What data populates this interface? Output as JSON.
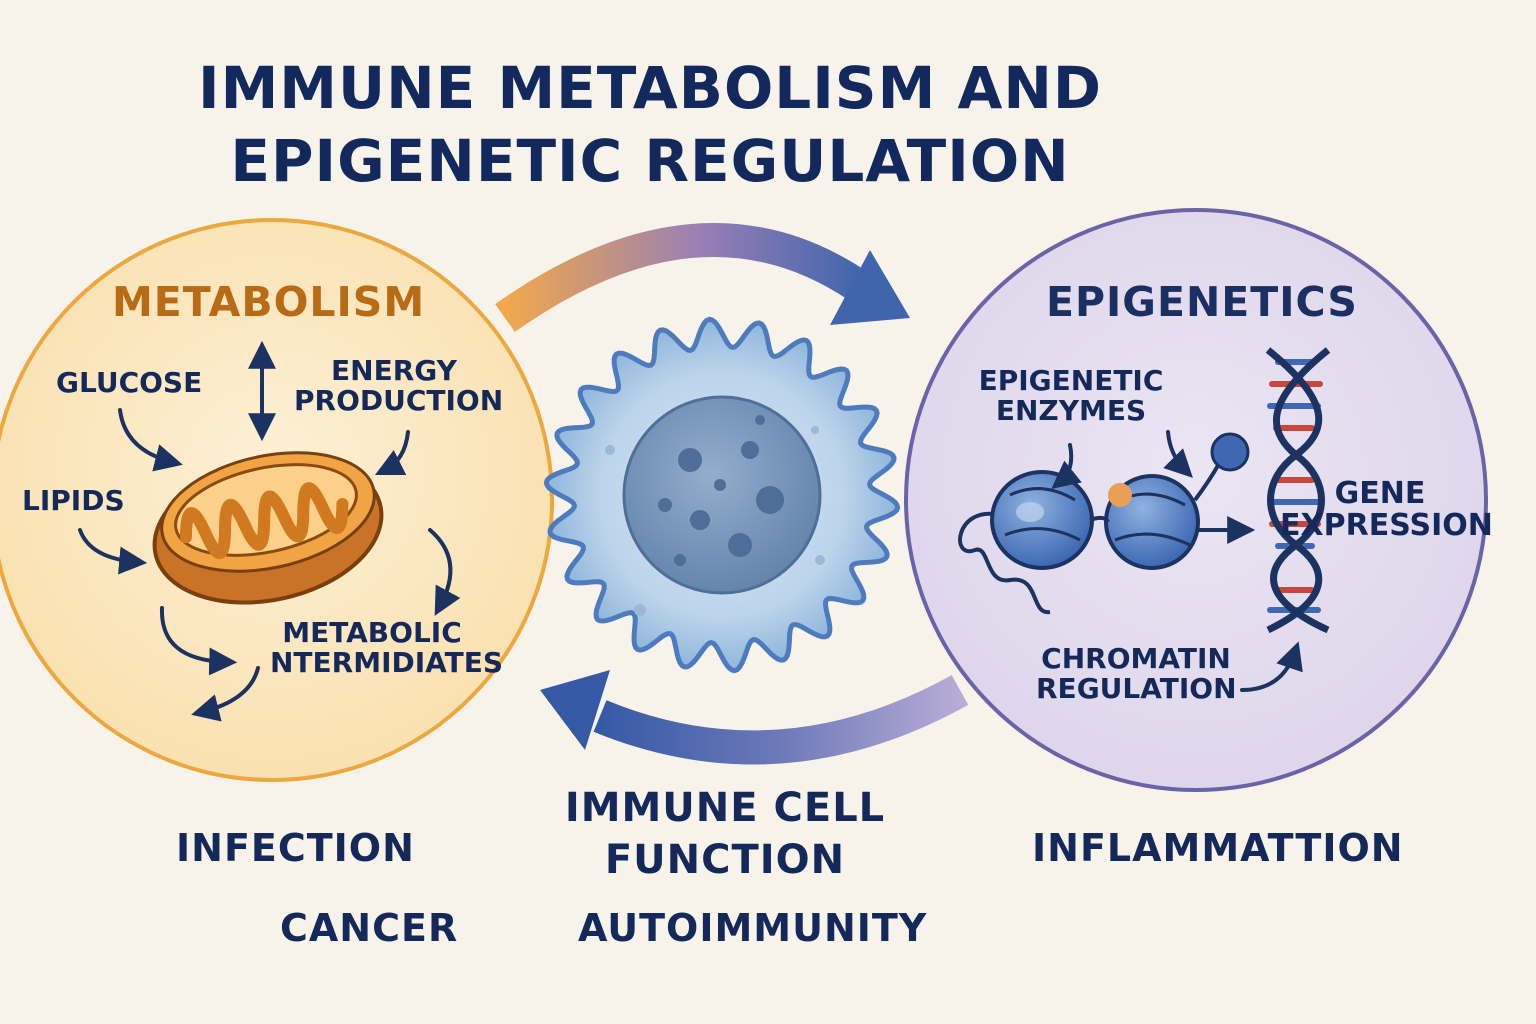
{
  "title": {
    "line1": "IMMUNE METABOLISM AND",
    "line2": "EPIGENETIC REGULATION"
  },
  "metabolism": {
    "heading": "METABOLISM",
    "glucose": "GLUCOSE",
    "energy_line1": "ENERGY",
    "energy_line2": "PRODUCTION",
    "lipids": "LIPIDS",
    "intermediates_line1": "METABOLIC",
    "intermediates_line2": "NTERMIDIATES"
  },
  "epigenetics": {
    "heading": "EPIGENETICS",
    "enzymes_line1": "EPIGENETIC",
    "enzymes_line2": "ENZYMES",
    "gene_line1": "GENE",
    "gene_line2": "EXPRESSION",
    "chromatin_line1": "CHROMATIN",
    "chromatin_line2": "REGULATION"
  },
  "center": {
    "function_line1": "IMMUNE CELL",
    "function_line2": "FUNCTION"
  },
  "outcomes": {
    "infection": "INFECTION",
    "cancer": "CANCER",
    "autoimmunity": "AUTOIMMUNITY",
    "inflammation": "INFLAMMATTION"
  },
  "colors": {
    "navy_text": "#14285a",
    "metabolism_accent": "#b86a14",
    "metabolism_fill": "#fbe6bf",
    "epigenetics_fill": "#e4ddee",
    "epigenetics_border": "#6b63a8",
    "cell_blue": "#8fb6dc"
  },
  "icons": [
    "mitochondrion-icon",
    "immune-cell-icon",
    "nucleosome-icon",
    "dna-helix-icon"
  ]
}
